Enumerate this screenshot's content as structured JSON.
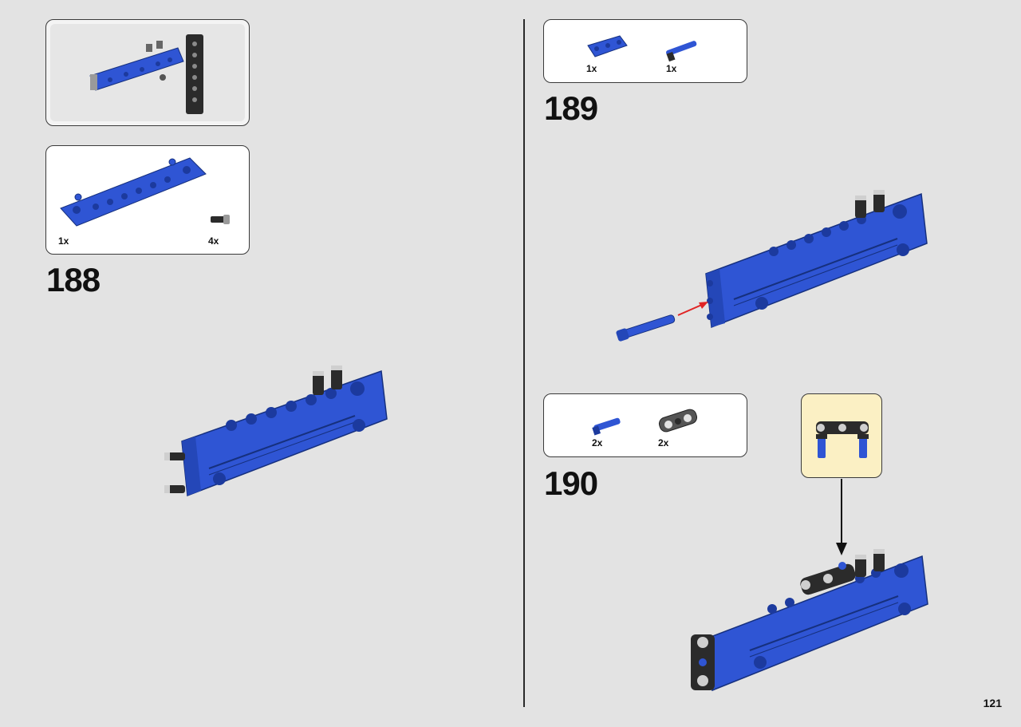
{
  "page_number": "121",
  "steps": [
    {
      "number": "188",
      "parts": [
        {
          "qty": "1x"
        },
        {
          "qty": "4x"
        }
      ]
    },
    {
      "number": "189",
      "parts": [
        {
          "qty": "1x"
        },
        {
          "qty": "1x"
        }
      ]
    },
    {
      "number": "190",
      "parts": [
        {
          "qty": "2x"
        },
        {
          "qty": "2x"
        }
      ]
    }
  ],
  "colors": {
    "brick_blue": "#2f55d4",
    "arrow_red": "#e02424",
    "callout_bg": "#fbf0c4"
  }
}
